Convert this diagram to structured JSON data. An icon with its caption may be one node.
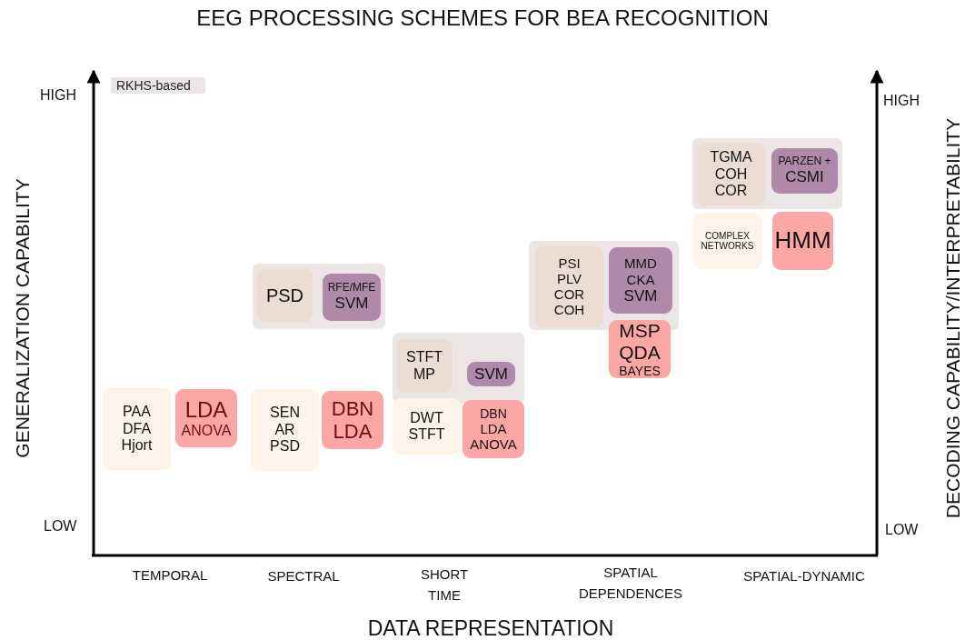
{
  "diagram": {
    "title": "EEG PROCESSING SCHEMES FOR BEA RECOGNITION",
    "nodes": [
      {
        "text": [
          "PAA",
          "DFA",
          "Hjort"
        ]
      },
      {
        "text": [
          "LDA",
          "ANOVA"
        ]
      },
      {
        "text": [],
        "shape": "box"
      },
      {
        "text": [
          "PSD"
        ],
        "in": 2
      },
      {
        "text": [
          "RFE/MFE",
          "SVM"
        ],
        "in": 2
      },
      {
        "text": [
          "SEN",
          "AR",
          "PSD"
        ]
      },
      {
        "text": [
          "DBN",
          "LDA"
        ]
      },
      {
        "text": [],
        "shape": "box"
      },
      {
        "text": [
          "STFT",
          "MP"
        ],
        "in": 7
      },
      {
        "text": [
          "SVM"
        ],
        "in": 7
      },
      {
        "text": [
          "DWT",
          "STFT"
        ]
      },
      {
        "text": [
          "DBN",
          "LDA",
          "ANOVA"
        ]
      },
      {
        "text": [],
        "shape": "box"
      },
      {
        "text": [
          "PSI",
          "PLV",
          "COR",
          "COH"
        ],
        "in": 12
      },
      {
        "text": [
          "MMD",
          "CKA",
          "SVM"
        ],
        "in": 12
      },
      {
        "text": [
          "MSP",
          "QDA",
          "BAYES"
        ]
      },
      {
        "text": [],
        "shape": "box"
      },
      {
        "text": [
          "TGMA",
          "COH",
          "COR"
        ],
        "in": 16
      },
      {
        "text": [
          "PARZEN +",
          "CSMI"
        ],
        "in": 16
      },
      {
        "text": [
          "COMPLEX NETWORKS"
        ]
      },
      {
        "text": [
          "HMM"
        ]
      }
    ],
    "edges": [],
    "labels": [
      "HIGH",
      "LOW",
      "GENERALIZATION CAPABILITY",
      "HIGH",
      "LOW",
      "DECODING CAPABILITY/INTERPRETABILITY",
      "TEMPORAL",
      "SPECTRAL",
      "SHORT TIME",
      "SPATIAL DEPENDENCES",
      "SPATIAL-DYNAMIC",
      "DATA REPRESENTATION"
    ],
    "legend": [
      {
        "text": "RKHS-based",
        "color": "#ebe5e5"
      }
    ]
  }
}
